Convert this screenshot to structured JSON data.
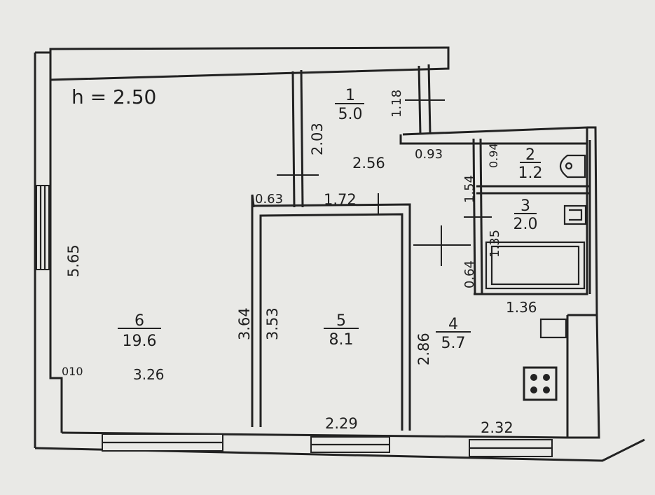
{
  "ceiling_height": "h = 2.50",
  "rooms": [
    {
      "number": "1",
      "area": "5.0"
    },
    {
      "number": "2",
      "area": "1.2"
    },
    {
      "number": "3",
      "area": "2.0"
    },
    {
      "number": "4",
      "area": "5.7"
    },
    {
      "number": "5",
      "area": "8.1"
    },
    {
      "number": "6",
      "area": "19.6"
    }
  ],
  "dimensions": {
    "room1_depth": "1.18",
    "corridor_height": "2.03",
    "corridor_length": "2.56",
    "bath_width": "0.93",
    "wc_depth": "0.94",
    "wc_height": "1.54",
    "bath_height": "1.35",
    "bath_wall": "0.64",
    "kitchen_top": "1.36",
    "room5_top_left": "0.63",
    "room5_top": "1.72",
    "room6_height": "5.65",
    "room6_partition": "3.64",
    "room5_height": "3.53",
    "room4_height": "2.86",
    "room6_corner": "010",
    "room6_width": "3.26",
    "room5_width": "2.29",
    "room4_width": "2.32"
  }
}
